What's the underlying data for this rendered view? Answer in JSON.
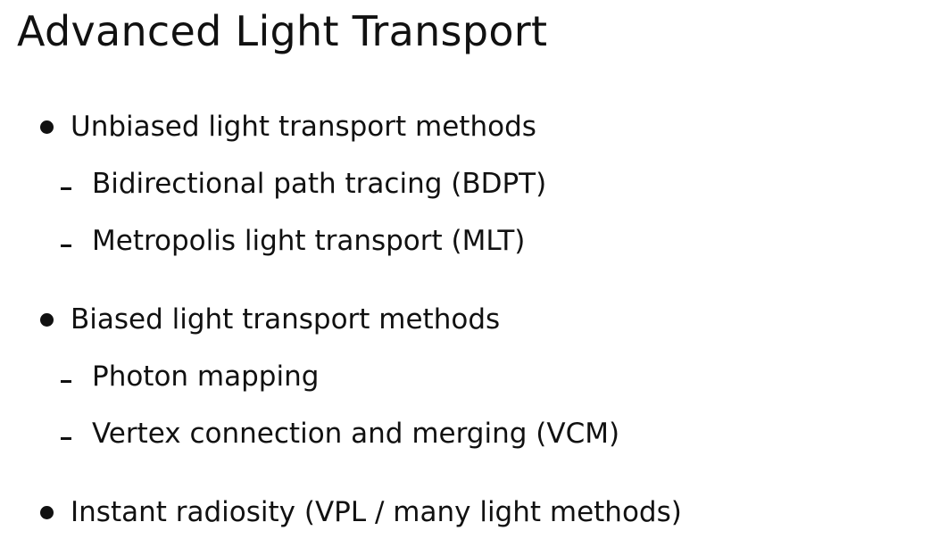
{
  "slide": {
    "title": "Advanced Light Transport"
  },
  "groups": [
    {
      "label": "Unbiased light transport methods",
      "subitems": [
        "Bidirectional path tracing (BDPT)",
        "Metropolis light transport (MLT)"
      ]
    },
    {
      "label": "Biased light transport methods",
      "subitems": [
        "Photon mapping",
        "Vertex connection and merging (VCM)"
      ]
    },
    {
      "label": "Instant radiosity (VPL / many light methods)",
      "subitems": []
    }
  ]
}
